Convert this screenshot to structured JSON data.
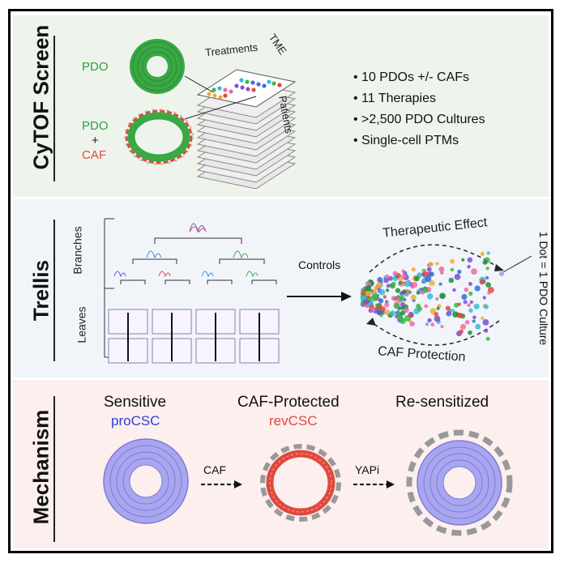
{
  "panels": {
    "cytof": {
      "title": "CyTOF Screen",
      "pdo_label": "PDO",
      "pdo_caf_label_1": "PDO",
      "plus": "+",
      "caf_label": "CAF",
      "treatments": "Treatments",
      "tme": "TME",
      "patients": "Patients",
      "bullets": [
        "10 PDOs +/- CAFs",
        "11 Therapies",
        ">2,500 PDO Cultures",
        "Single-cell PTMs"
      ]
    },
    "trellis": {
      "title": "Trellis",
      "branches": "Branches",
      "leaves": "Leaves",
      "controls": "Controls",
      "effect": "Therapeutic Effect",
      "protection": "CAF Protection",
      "dot_note": "1 Dot = 1 PDO Culture"
    },
    "mechanism": {
      "title": "Mechanism",
      "sensitive": "Sensitive",
      "procsc": "proCSC",
      "caf_protected": "CAF-Protected",
      "revcsc": "revCSC",
      "resensitized": "Re-sensitized",
      "caf_arrow": "CAF",
      "yapi_arrow": "YAPi"
    }
  },
  "colors": {
    "panel1_bg": "#eef4ec",
    "panel2_bg": "#f1f5fa",
    "panel3_bg": "#fcefee",
    "pdo_green": "#2f9e3b",
    "caf_red": "#e0493d",
    "procsc_blue": "#2f3fd4",
    "organoid_purple": "#a9a6f0",
    "stroma_gray": "#8a8a8a"
  }
}
